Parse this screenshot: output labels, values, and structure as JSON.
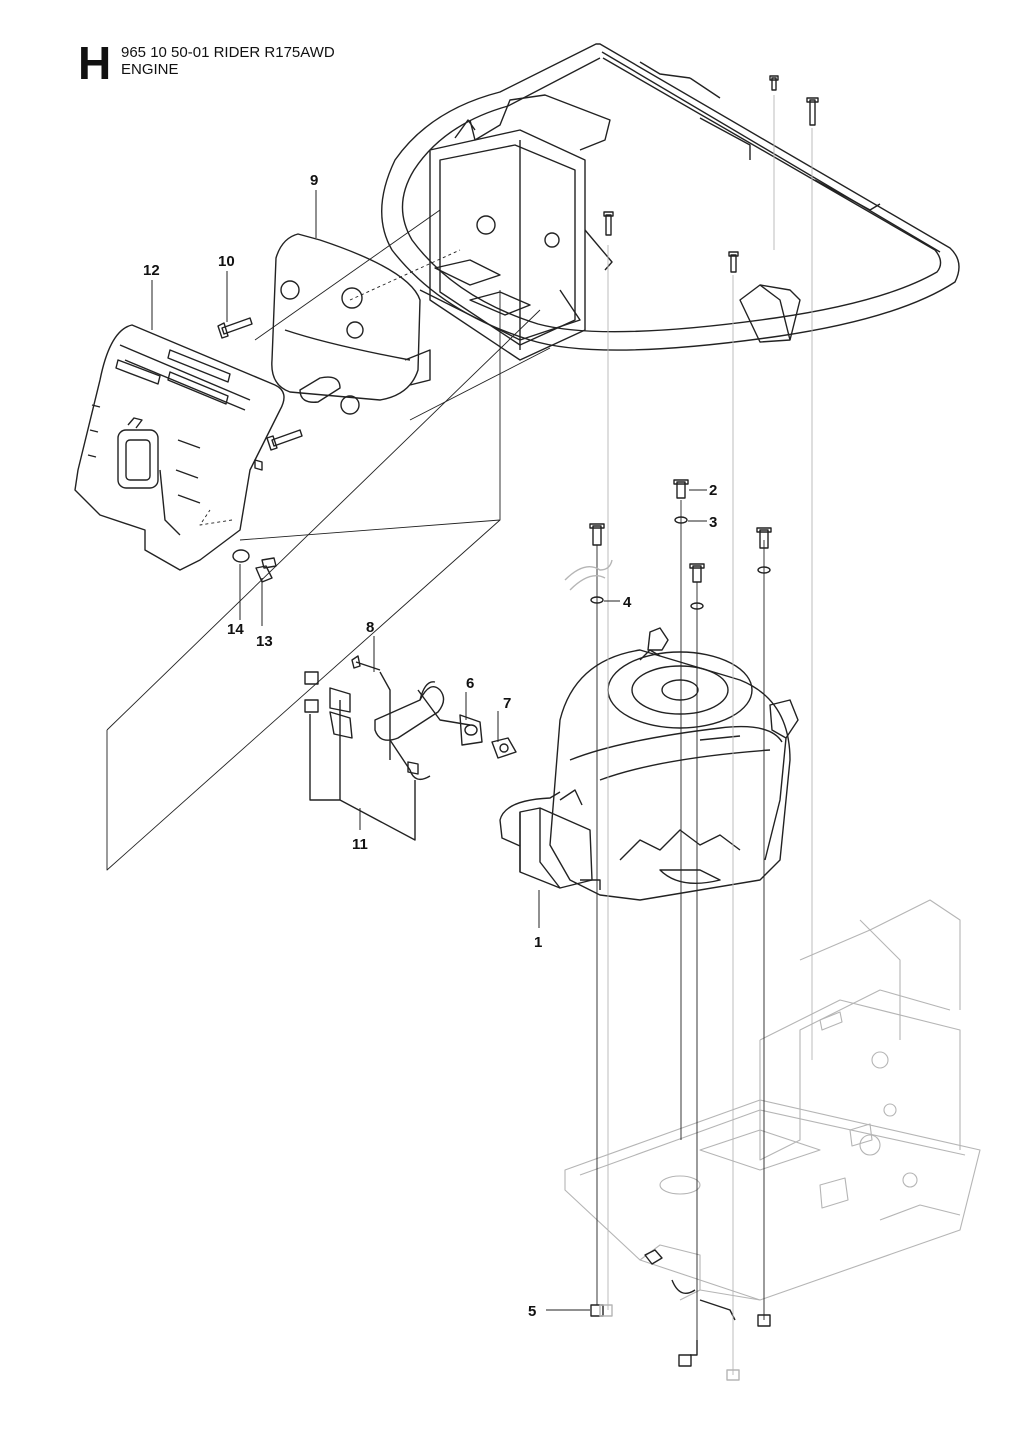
{
  "header": {
    "section_letter": "H",
    "title": "965 10 50-01 RIDER R175AWD",
    "subtitle": "ENGINE"
  },
  "callouts": [
    "1",
    "2",
    "3",
    "4",
    "5",
    "6",
    "7",
    "8",
    "9",
    "10",
    "11",
    "12",
    "13",
    "14"
  ]
}
